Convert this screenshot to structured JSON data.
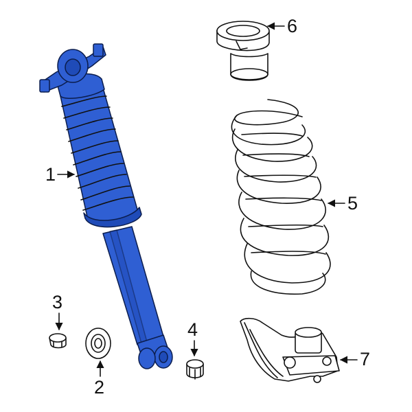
{
  "colors": {
    "highlight": "#2f5fd3",
    "highlight_dark": "#1f4bb8",
    "outline": "#111111",
    "background": "#ffffff"
  },
  "parts": [
    {
      "number": "1",
      "name": "shock-absorber",
      "highlighted": true
    },
    {
      "number": "2",
      "name": "washer",
      "highlighted": false
    },
    {
      "number": "3",
      "name": "nut",
      "highlighted": false
    },
    {
      "number": "4",
      "name": "bolt",
      "highlighted": false
    },
    {
      "number": "5",
      "name": "coil-spring",
      "highlighted": false
    },
    {
      "number": "6",
      "name": "spring-upper-insulator",
      "highlighted": false
    },
    {
      "number": "7",
      "name": "spring-lower-seat",
      "highlighted": false
    }
  ]
}
